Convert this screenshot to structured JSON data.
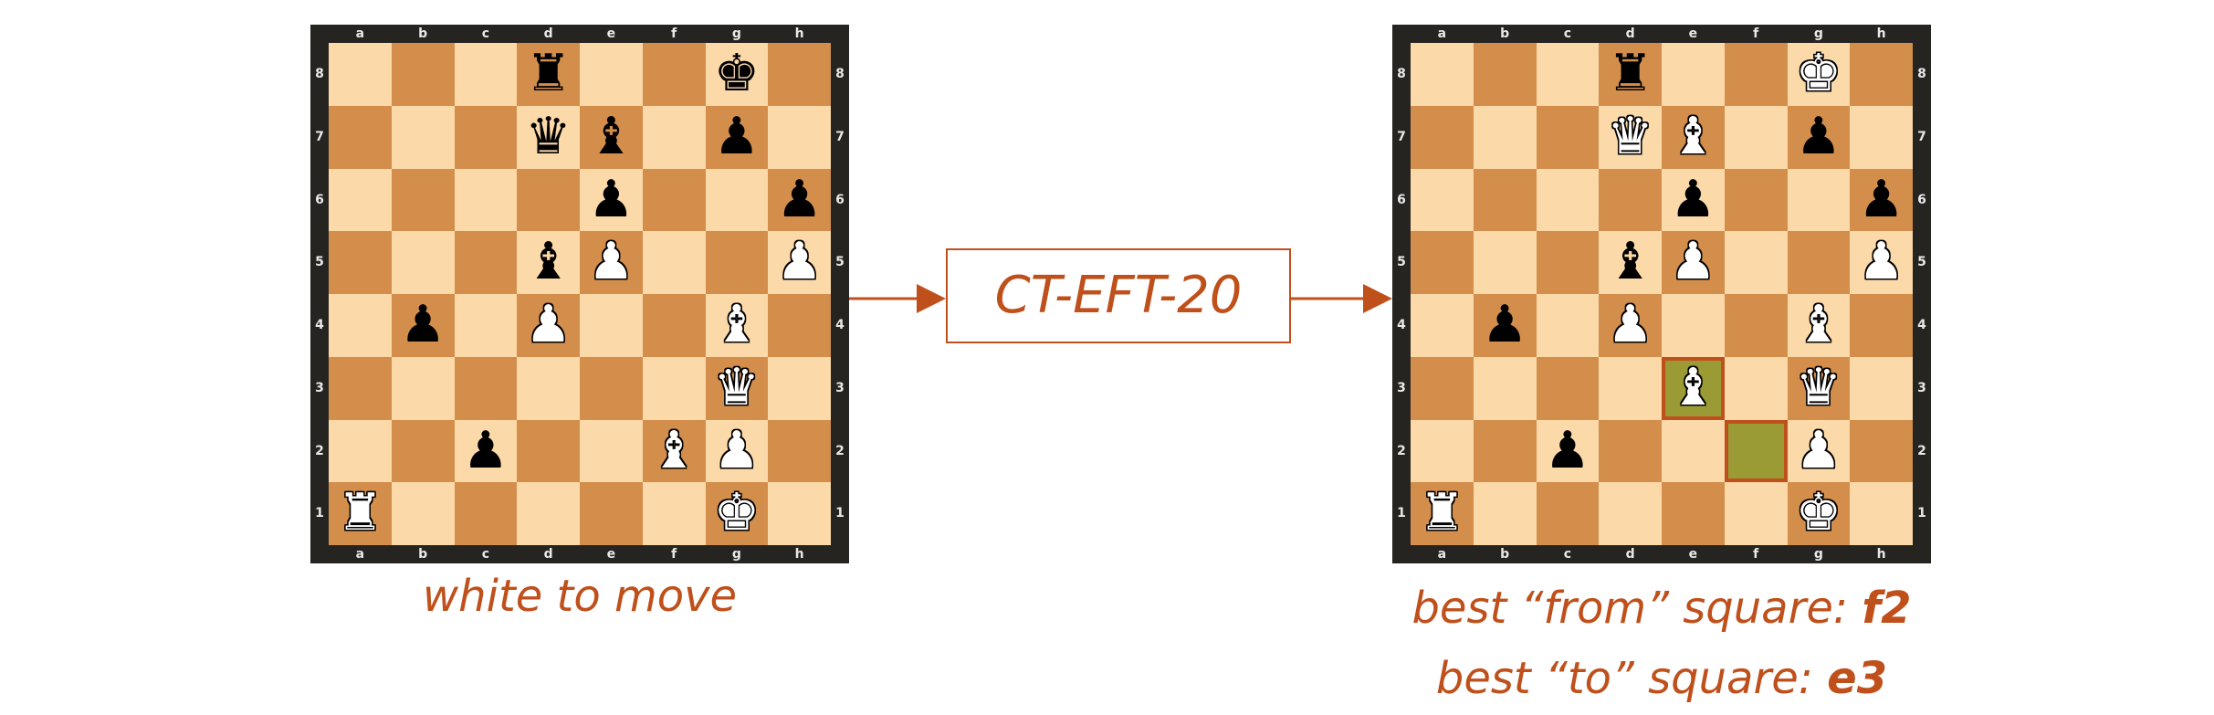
{
  "model_label": "CT-EFT-20",
  "left_caption": "white to move",
  "right_caption": {
    "from_prefix": "best “from” square: ",
    "from_value": "f2",
    "to_prefix": "best “to” square: ",
    "to_value": "e3"
  },
  "files": [
    "a",
    "b",
    "c",
    "d",
    "e",
    "f",
    "g",
    "h"
  ],
  "ranks": [
    "8",
    "7",
    "6",
    "5",
    "4",
    "3",
    "2",
    "1"
  ],
  "colors": {
    "accent": "#c0501b",
    "light_square": "#fcd9a8",
    "dark_square": "#d38e4c",
    "highlight": "#9a9b35",
    "frame": "#262421"
  },
  "boards": {
    "left": {
      "pieces": [
        {
          "sq": "d8",
          "color": "b",
          "type": "rook"
        },
        {
          "sq": "g8",
          "color": "b",
          "type": "king"
        },
        {
          "sq": "d7",
          "color": "b",
          "type": "queen"
        },
        {
          "sq": "e7",
          "color": "b",
          "type": "bishop"
        },
        {
          "sq": "g7",
          "color": "b",
          "type": "pawn"
        },
        {
          "sq": "e6",
          "color": "b",
          "type": "pawn"
        },
        {
          "sq": "h6",
          "color": "b",
          "type": "pawn"
        },
        {
          "sq": "d5",
          "color": "b",
          "type": "bishop"
        },
        {
          "sq": "e5",
          "color": "w",
          "type": "pawn"
        },
        {
          "sq": "h5",
          "color": "w",
          "type": "pawn"
        },
        {
          "sq": "b4",
          "color": "b",
          "type": "pawn"
        },
        {
          "sq": "d4",
          "color": "w",
          "type": "pawn"
        },
        {
          "sq": "g4",
          "color": "w",
          "type": "bishop"
        },
        {
          "sq": "g3",
          "color": "w",
          "type": "queen"
        },
        {
          "sq": "c2",
          "color": "b",
          "type": "pawn"
        },
        {
          "sq": "f2",
          "color": "w",
          "type": "bishop"
        },
        {
          "sq": "g2",
          "color": "w",
          "type": "pawn"
        },
        {
          "sq": "a1",
          "color": "w",
          "type": "rook"
        },
        {
          "sq": "g1",
          "color": "w",
          "type": "king"
        }
      ],
      "highlights": []
    },
    "right": {
      "pieces": [
        {
          "sq": "d8",
          "color": "b",
          "type": "rook"
        },
        {
          "sq": "g8",
          "color": "w",
          "type": "king"
        },
        {
          "sq": "d7",
          "color": "w",
          "type": "queen"
        },
        {
          "sq": "e7",
          "color": "w",
          "type": "bishop"
        },
        {
          "sq": "g7",
          "color": "b",
          "type": "pawn"
        },
        {
          "sq": "e6",
          "color": "b",
          "type": "pawn"
        },
        {
          "sq": "h6",
          "color": "b",
          "type": "pawn"
        },
        {
          "sq": "d5",
          "color": "b",
          "type": "bishop"
        },
        {
          "sq": "e5",
          "color": "w",
          "type": "pawn"
        },
        {
          "sq": "h5",
          "color": "w",
          "type": "pawn"
        },
        {
          "sq": "b4",
          "color": "b",
          "type": "pawn"
        },
        {
          "sq": "d4",
          "color": "w",
          "type": "pawn"
        },
        {
          "sq": "g4",
          "color": "w",
          "type": "bishop"
        },
        {
          "sq": "e3",
          "color": "w",
          "type": "bishop"
        },
        {
          "sq": "g3",
          "color": "w",
          "type": "queen"
        },
        {
          "sq": "c2",
          "color": "b",
          "type": "pawn"
        },
        {
          "sq": "g2",
          "color": "w",
          "type": "pawn"
        },
        {
          "sq": "a1",
          "color": "w",
          "type": "rook"
        },
        {
          "sq": "g1",
          "color": "w",
          "type": "king"
        }
      ],
      "highlights": [
        "e3",
        "f2"
      ]
    }
  }
}
